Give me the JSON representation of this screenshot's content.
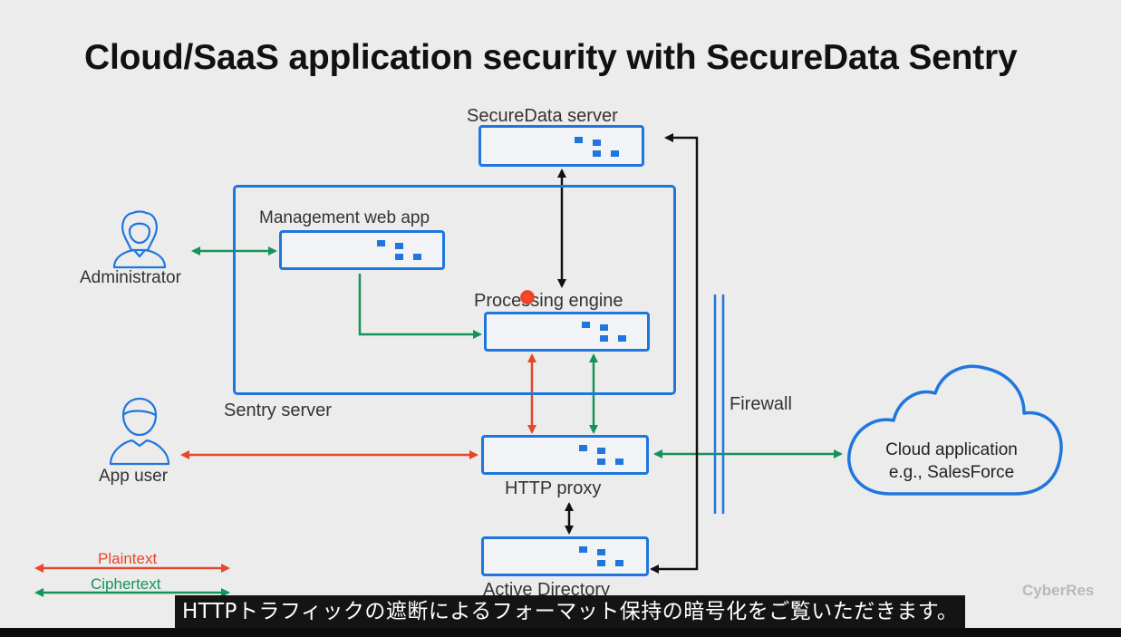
{
  "slide": {
    "title": "Cloud/SaaS application security with SecureData Sentry"
  },
  "nodes": {
    "securedata_server": "SecureData server",
    "management_web_app": "Management web app",
    "processing_engine": "Processing engine",
    "http_proxy": "HTTP proxy",
    "active_directory": "Active Directory",
    "sentry_server": "Sentry server",
    "administrator": "Administrator",
    "app_user": "App user",
    "firewall": "Firewall",
    "cloud_line1": "Cloud application",
    "cloud_line2": "e.g., SalesForce"
  },
  "legend": {
    "plaintext": "Plaintext",
    "ciphertext": "Ciphertext"
  },
  "colors": {
    "box_blue": "#1f77dd",
    "plaintext_red": "#e8462a",
    "ciphertext_green": "#16935a",
    "black": "#111111"
  },
  "icons": {
    "server": "server-glyph-icon",
    "person": "person-icon",
    "cloud": "cloud-icon"
  },
  "brand": "CyberRes",
  "subtitle": "HTTPトラフィックの遮断によるフォーマット保持の暗号化をご覧いただきます。"
}
